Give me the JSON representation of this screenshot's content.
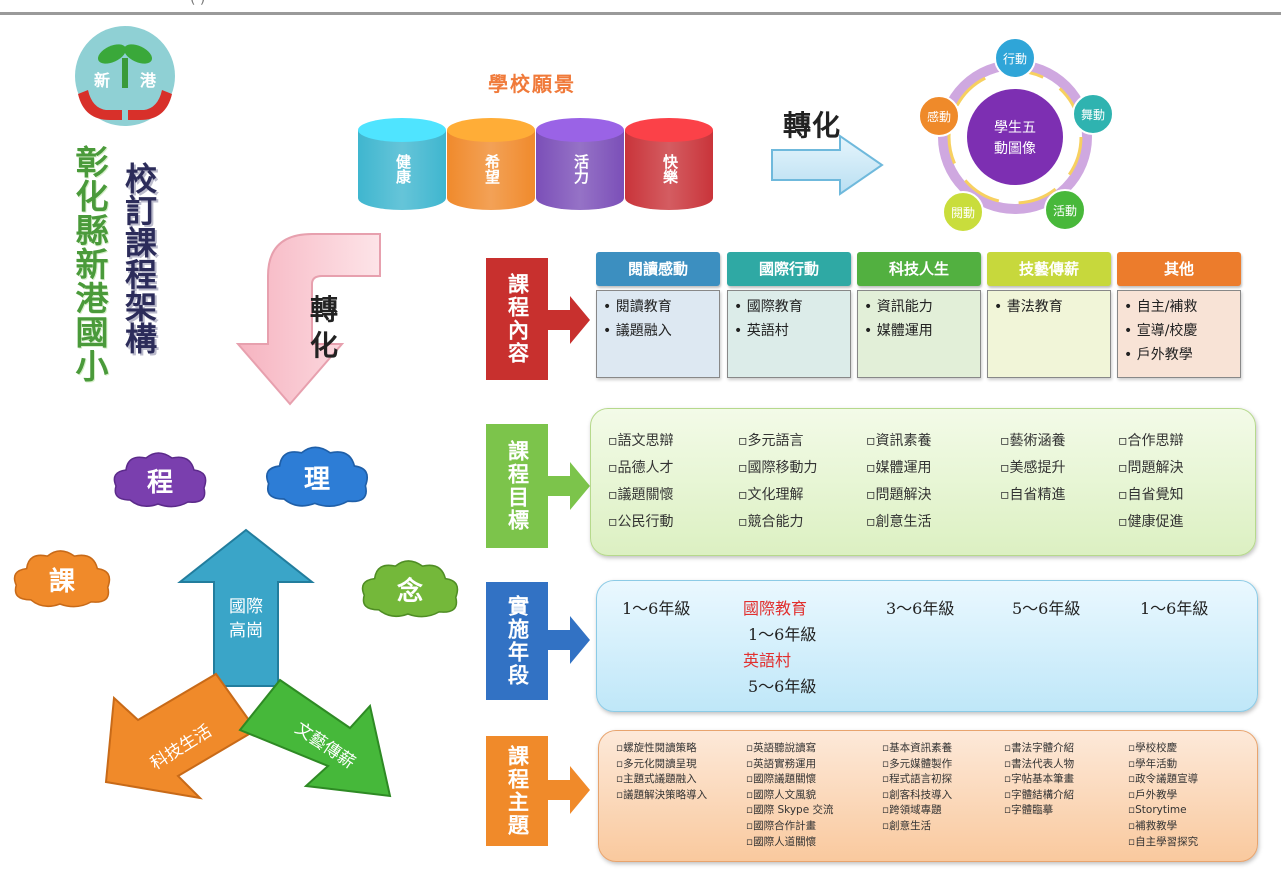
{
  "header": {
    "partial_text": "(                                          )"
  },
  "logo": {
    "left_char": "新",
    "right_char": "港"
  },
  "school": {
    "name": "彰化縣新港國小",
    "frame_title": "校訂課程架構"
  },
  "vision": {
    "title": "學校願景",
    "values": [
      {
        "label": "健康",
        "color": "#3fb6cf"
      },
      {
        "label": "希望",
        "color": "#f08a2c"
      },
      {
        "label": "活力",
        "color": "#7b4fb8"
      },
      {
        "label": "快樂",
        "color": "#c9343a"
      }
    ]
  },
  "transform_label": "轉化",
  "transform_label_2": "轉化",
  "student_image": {
    "center": "學生五動圖像",
    "actions": [
      "行動",
      "舞動",
      "活動",
      "閱動",
      "感動"
    ]
  },
  "philosophy": {
    "clouds": [
      "程",
      "理",
      "課",
      "念"
    ],
    "arrows": {
      "up": "國際高崗",
      "left": "科技生活",
      "right": "文藝傳薪"
    }
  },
  "rows": {
    "content": "課程內容",
    "goals": "課程目標",
    "grades": "實施年段",
    "themes": "課程主題"
  },
  "content": [
    {
      "header": "閱讀感動",
      "items": [
        "閱讀教育",
        "議題融入"
      ],
      "color": "#3c8fc0",
      "bg": "#dde8f2"
    },
    {
      "header": "國際行動",
      "items": [
        "國際教育",
        "英語村"
      ],
      "color": "#2fa9a4",
      "bg": "#dcece9"
    },
    {
      "header": "科技人生",
      "items": [
        "資訊能力",
        "媒體運用"
      ],
      "color": "#52b040",
      "bg": "#e2efd8"
    },
    {
      "header": "技藝傳薪",
      "items": [
        "書法教育"
      ],
      "color": "#c7d83c",
      "bg": "#f1f5d8"
    },
    {
      "header": "其他",
      "items": [
        "自主/補救",
        "宣導/校慶",
        "戶外教學"
      ],
      "color": "#ec7c2c",
      "bg": "#f8e3d6"
    }
  ],
  "goals": [
    [
      "語文思辯",
      "品德人才",
      "議題關懷",
      "公民行動"
    ],
    [
      "多元語言",
      "國際移動力",
      "文化理解",
      "競合能力"
    ],
    [
      "資訊素養",
      "媒體運用",
      "問題解決",
      "創意生活"
    ],
    [
      "藝術涵養",
      "美感提升",
      "自省精進"
    ],
    [
      "合作思辯",
      "問題解決",
      "自省覺知",
      "健康促進"
    ]
  ],
  "grades": {
    "col1": "1～6年級",
    "col2_label1": "國際教育",
    "col2_grade1": "1～6年級",
    "col2_label2": "英語村",
    "col2_grade2": "5～6年級",
    "col3": "3～6年級",
    "col4": "5～6年級",
    "col5": "1～6年級"
  },
  "themes": [
    [
      "螺旋性閱讀策略",
      "多元化閱讀呈現",
      "主題式議題融入",
      "議題解決策略導入"
    ],
    [
      "英語聽說讀寫",
      "英語實務運用",
      "國際議題關懷",
      "國際人文風貌",
      "國際 Skype 交流",
      "國際合作計畫",
      "國際人道關懷"
    ],
    [
      "基本資訊素養",
      "多元媒體製作",
      "程式語言初探",
      "創客科技導入",
      "跨領域專題",
      "創意生活"
    ],
    [
      "書法字體介紹",
      "書法代表人物",
      "字帖基本筆畫",
      "字體結構介紹",
      "字體臨摹"
    ],
    [
      "學校校慶",
      "學年活動",
      "政令議題宣導",
      "戶外教學",
      "Storytime",
      "補救教學",
      "自主學習探究"
    ]
  ]
}
